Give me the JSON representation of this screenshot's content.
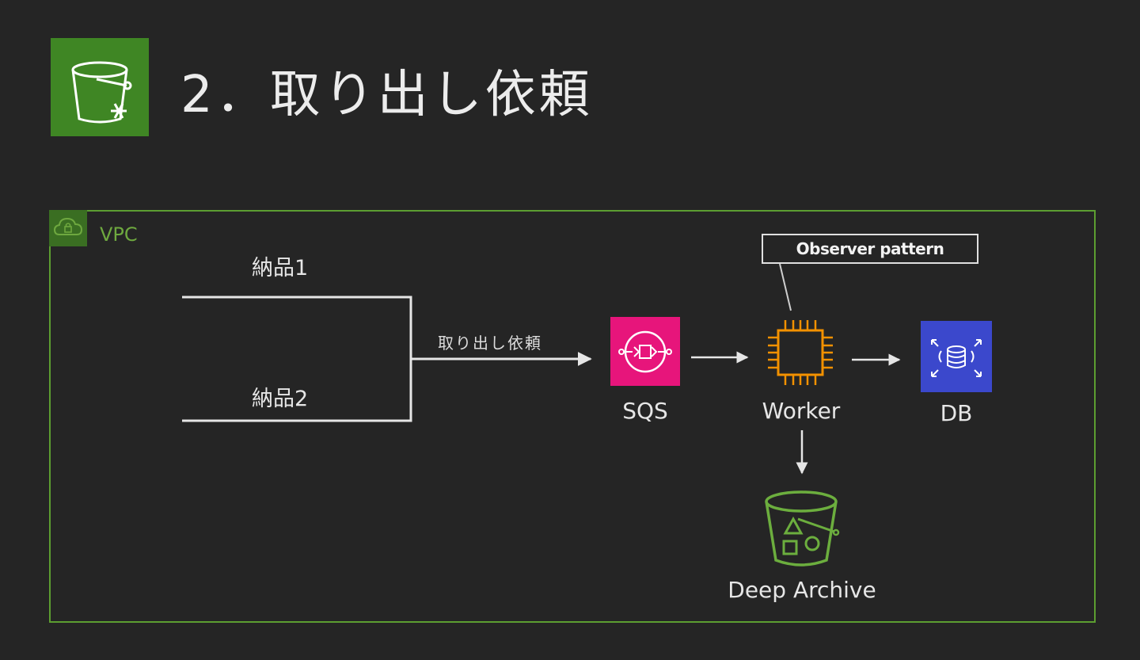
{
  "slide": {
    "title": "2．取り出し依頼",
    "title_icon": "s3-glacier-bucket-icon"
  },
  "vpc": {
    "label": "VPC",
    "icon": "cloud-lock-icon",
    "color": "#5c9e31"
  },
  "inputs": [
    {
      "label": "納品1"
    },
    {
      "label": "納品2"
    }
  ],
  "edge_label": "取り出し依頼",
  "callout": {
    "text": "Observer pattern"
  },
  "nodes": {
    "sqs": {
      "label": "SQS",
      "icon": "sqs-icon",
      "color": "#e7157b"
    },
    "worker": {
      "label": "Worker",
      "icon": "ec2-chip-icon",
      "color": "#f29100"
    },
    "db": {
      "label": "DB",
      "icon": "rds-database-icon",
      "color": "#3b48cc"
    },
    "archive": {
      "label": "Deep Archive",
      "icon": "s3-bucket-icon",
      "color": "#6cae3e"
    }
  }
}
